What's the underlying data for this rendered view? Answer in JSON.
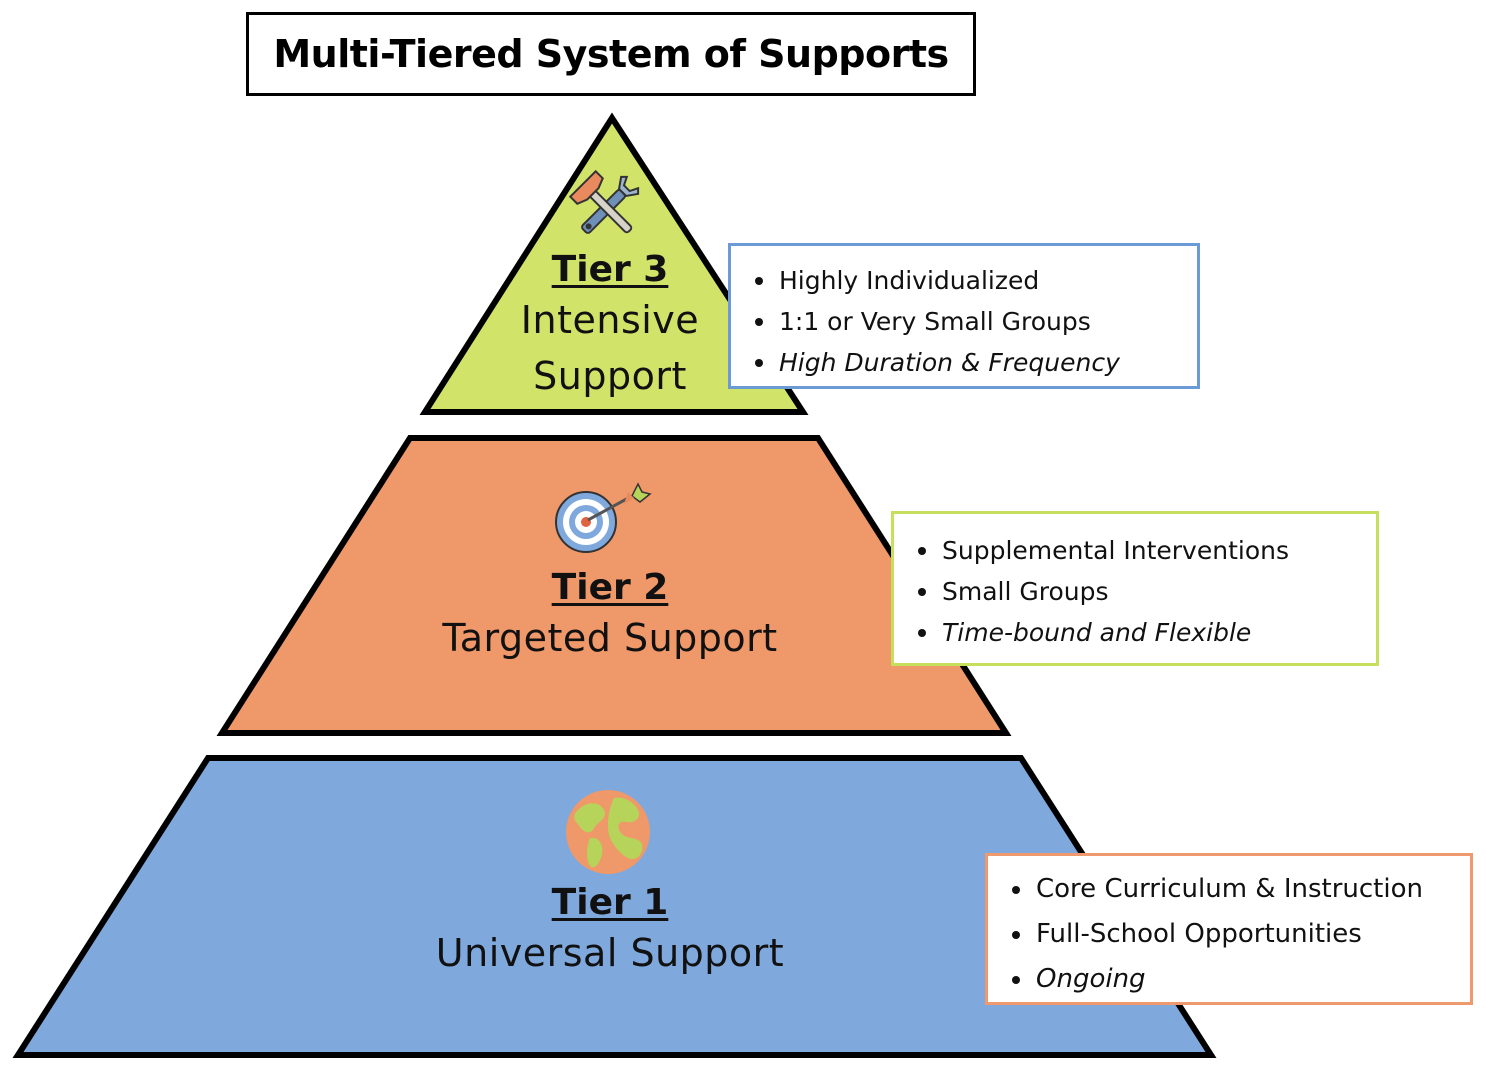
{
  "title": "Multi-Tiered System of Supports",
  "colors": {
    "tier3_fill": "#D2E36A",
    "tier2_fill": "#EF9869",
    "tier1_fill": "#7FA8DD",
    "tier3_box_border": "#6B9AD4",
    "tier2_box_border": "#C6E05C",
    "tier1_box_border": "#EE9A6E",
    "outline": "#000000"
  },
  "tiers": {
    "tier3": {
      "heading": "Tier 3",
      "subtitle_line1": "Intensive",
      "subtitle_line2": "Support",
      "icon": "tools-icon",
      "bullets": [
        "Highly Individualized",
        "1:1 or Very Small Groups",
        "High Duration & Frequency"
      ]
    },
    "tier2": {
      "heading": "Tier 2",
      "subtitle": "Targeted Support",
      "icon": "target-icon",
      "bullets": [
        "Supplemental Interventions",
        "Small Groups",
        "Time-bound and Flexible"
      ]
    },
    "tier1": {
      "heading": "Tier 1",
      "subtitle": "Universal Support",
      "icon": "globe-icon",
      "bullets": [
        "Core Curriculum & Instruction",
        "Full-School Opportunities",
        "Ongoing"
      ]
    }
  }
}
